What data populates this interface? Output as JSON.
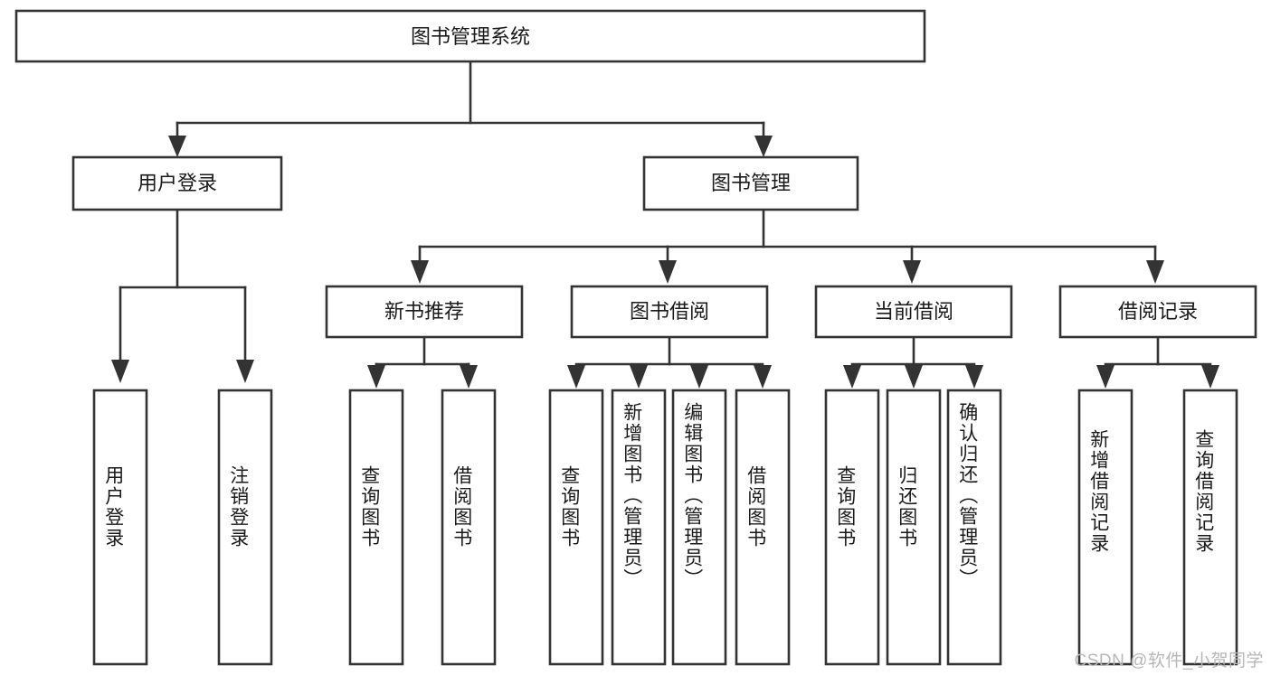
{
  "diagram": {
    "type": "tree-hierarchy-chart",
    "title": "图书管理系统",
    "watermark": "CSDN @软件_小贺同学",
    "colors": {
      "stroke": "#333333",
      "fill": "#ffffff",
      "text": "#1a1a1a",
      "watermark": "#b7b7b7"
    },
    "root": {
      "label": "图书管理系统"
    },
    "level2": [
      {
        "label": "用户登录"
      },
      {
        "label": "图书管理"
      }
    ],
    "level3": [
      {
        "label": "新书推荐"
      },
      {
        "label": "图书借阅"
      },
      {
        "label": "当前借阅"
      },
      {
        "label": "借阅记录"
      }
    ],
    "leaves": {
      "user_login": [
        {
          "label": "用户登录"
        },
        {
          "label": "注销登录"
        }
      ],
      "new_book_recommend": [
        {
          "label": "查询图书"
        },
        {
          "label": "借阅图书"
        }
      ],
      "book_borrow": [
        {
          "label": "查询图书"
        },
        {
          "label": "新增图书（管理员）"
        },
        {
          "label": "编辑图书（管理员）"
        },
        {
          "label": "借阅图书"
        }
      ],
      "current_borrow": [
        {
          "label": "查询图书"
        },
        {
          "label": "归还图书"
        },
        {
          "label": "确认归还（管理员）"
        }
      ],
      "borrow_records": [
        {
          "label": "新增借阅记录"
        },
        {
          "label": "查询借阅记录"
        }
      ]
    }
  }
}
